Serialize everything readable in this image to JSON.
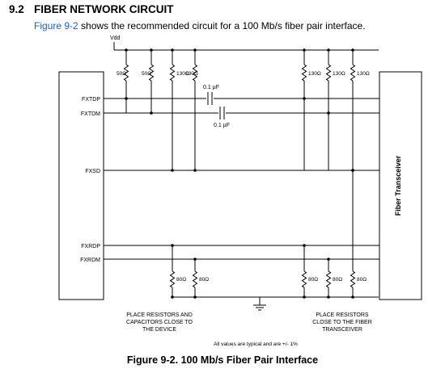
{
  "section": {
    "number": "9.2",
    "title": "FIBER NETWORK CIRCUIT"
  },
  "intro": {
    "link_text": "Figure 9-2",
    "text": " shows the recommended circuit for a 100 Mb/s fiber pair interface."
  },
  "figure": {
    "caption": "Figure 9-2. 100 Mb/s Fiber Pair Interface",
    "supply_label": "Vdd",
    "device_pins": [
      "FXTDP",
      "FXTDM",
      "FXSD",
      "FXRDP",
      "FXRDM"
    ],
    "transceiver_label": "Fiber Transceiver",
    "pullup_resistors_device_side": [
      "50Ω",
      "50Ω",
      "130Ω",
      "130Ω"
    ],
    "pullup_resistors_fiber_side": [
      "130Ω",
      "130Ω",
      "130Ω"
    ],
    "pulldown_resistors_device_side": [
      "80Ω",
      "80Ω"
    ],
    "pulldown_resistors_fiber_side": [
      "80Ω",
      "80Ω",
      "80Ω"
    ],
    "capacitor_top": "0.1 µF",
    "capacitor_bottom": "0.1 µF",
    "note_device_side": [
      "PLACE RESISTORS AND",
      "CAPACITORS CLOSE TO",
      "THE DEVICE"
    ],
    "note_fiber_side": [
      "PLACE RESISTORS",
      "CLOSE TO THE FIBER",
      "TRANSCEIVER"
    ],
    "tolerance_note": "All values are typical and are +/- 1%"
  }
}
